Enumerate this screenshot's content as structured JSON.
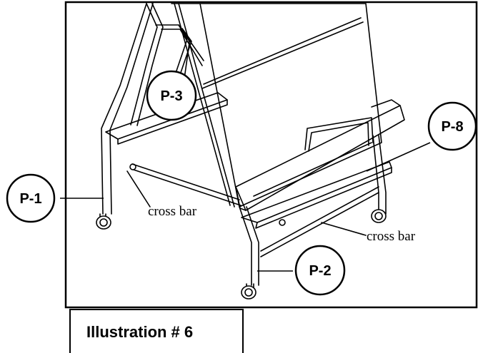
{
  "diagram": {
    "callouts": {
      "p1": "P-1",
      "p2": "P-2",
      "p3": "P-3",
      "p8": "P-8"
    },
    "labels": {
      "cross_bar_left": "cross bar",
      "cross_bar_right": "cross bar"
    },
    "caption": "Illustration # 6"
  }
}
